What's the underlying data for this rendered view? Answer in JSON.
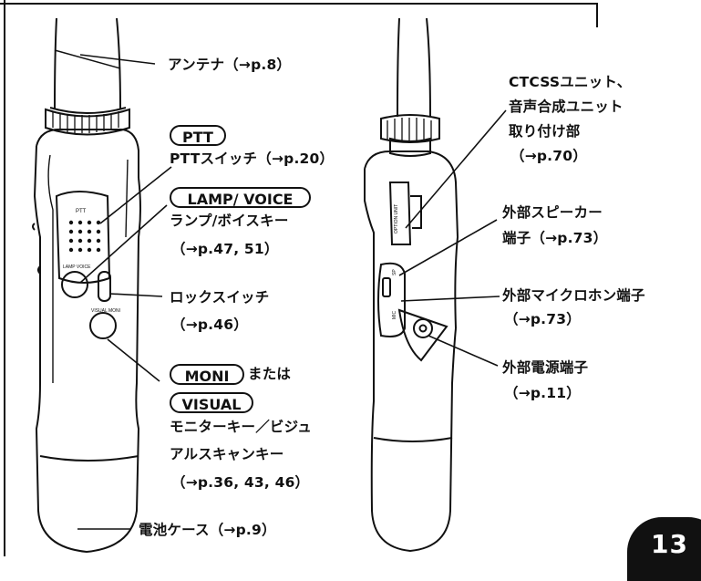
{
  "left_labels": {
    "antenna": "アンテナ（→p.8）",
    "ptt_tag": "PTT",
    "ptt_switch": "PTTスイッチ（→p.20）",
    "lamp_tag": "LAMP/ VOICE",
    "lamp_key": "ランプ/ボイスキー",
    "lamp_ref": "（→p.47, 51）",
    "lock_switch": "ロックスイッチ",
    "lock_ref": "（→p.46）",
    "moni_tag": "MONI",
    "moni_or": "または",
    "visual_tag": "VISUAL",
    "monitor_line1": "モニターキー／ビジュ",
    "monitor_line2": "アルスキャンキー",
    "monitor_ref": "（→p.36, 43, 46）",
    "battery_case": "電池ケース（→p.9）"
  },
  "right_labels": {
    "ctcss_line1": "CTCSSユニット、",
    "ctcss_line2": "音声合成ユニット",
    "ctcss_line3": "取り付け部",
    "ctcss_ref": "（→p.70）",
    "speaker_line1": "外部スピーカー",
    "speaker_line2": "端子（→p.73）",
    "mic_line1": "外部マイクロホン端子",
    "mic_ref": "（→p.73）",
    "power_line1": "外部電源端子",
    "power_ref": "（→p.11）"
  },
  "device_markings": {
    "ptt": "PTT",
    "lamp_voice": "LAMP VOICE",
    "visual_moni": "VISUAL MONI",
    "option_unit": "OPTION UNIT",
    "sp": "SP",
    "mic": "MIC"
  },
  "page_number": "13"
}
